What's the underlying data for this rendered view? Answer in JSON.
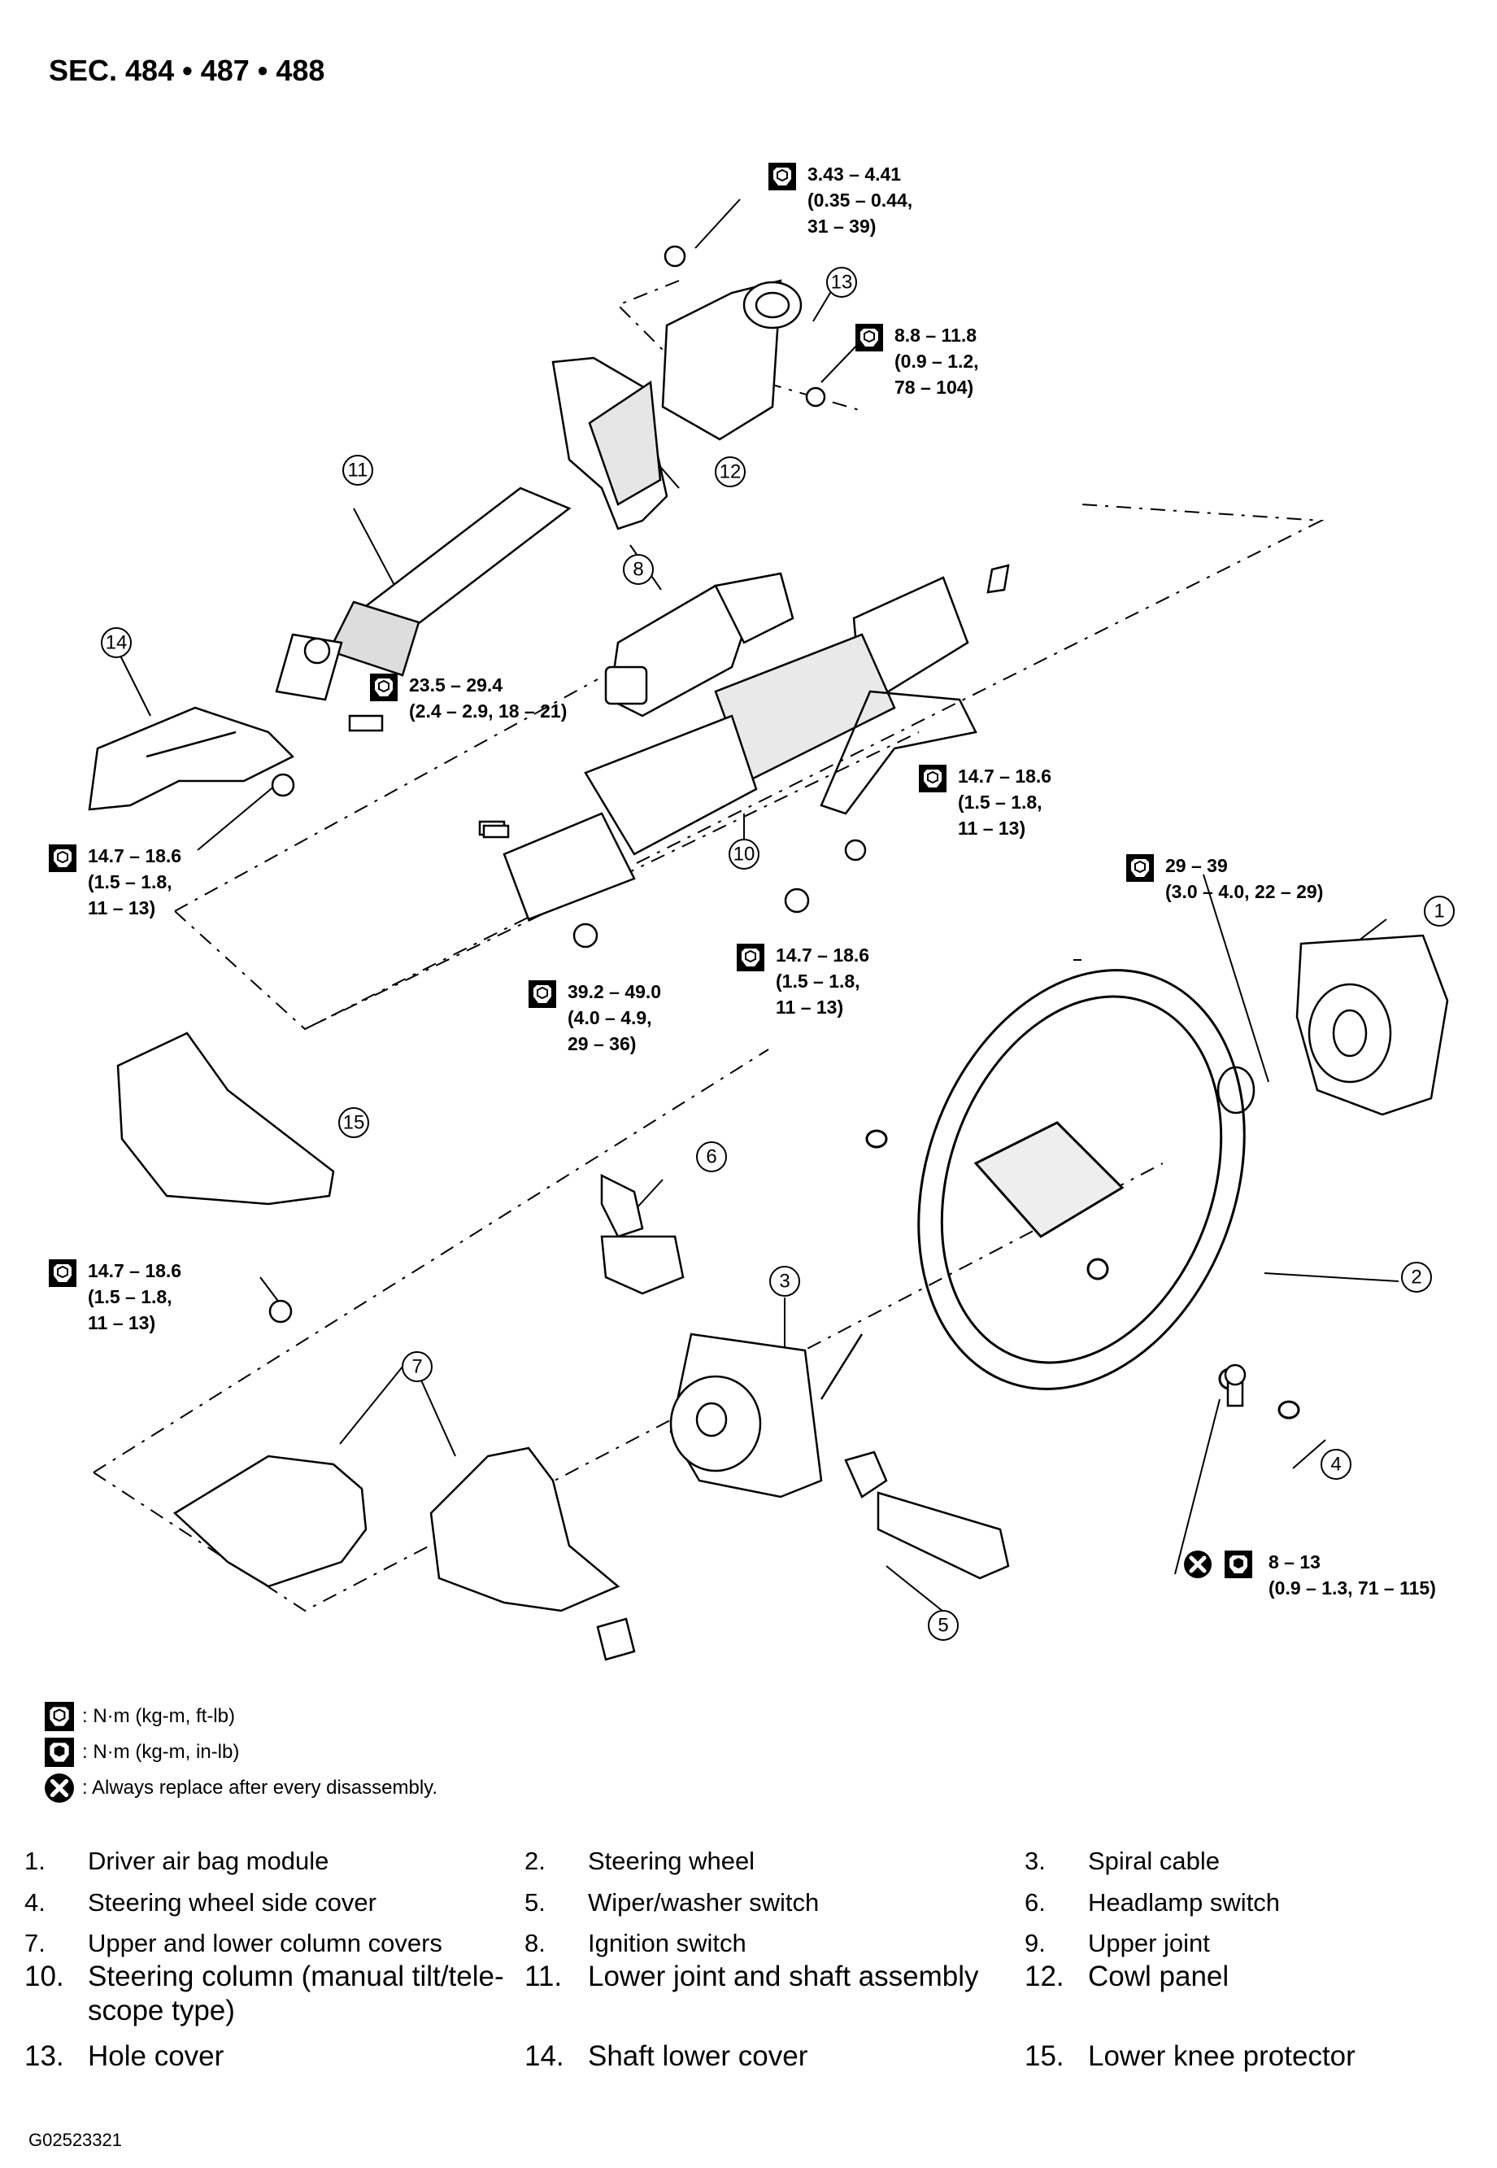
{
  "header": {
    "section": "SEC. 484 • 487 • 488"
  },
  "torque_specs": [
    {
      "id": "t13",
      "lines": [
        "3.43 – 4.41",
        "(0.35 – 0.44,",
        "31 – 39)"
      ]
    },
    {
      "id": "t13b",
      "lines": [
        "8.8 – 11.8",
        "(0.9 – 1.2,",
        "78 – 104)"
      ]
    },
    {
      "id": "t11",
      "lines": [
        "23.5 – 29.4",
        "(2.4 – 2.9, 18 – 21)"
      ]
    },
    {
      "id": "t14",
      "lines": [
        "14.7 – 18.6",
        "(1.5 – 1.8,",
        "11 – 13)"
      ]
    },
    {
      "id": "t10a",
      "lines": [
        "14.7 – 18.6",
        "(1.5 – 1.8,",
        "11 – 13)"
      ]
    },
    {
      "id": "t10b",
      "lines": [
        "14.7 – 18.6",
        "(1.5 – 1.8,",
        "11 – 13)"
      ]
    },
    {
      "id": "t9",
      "lines": [
        "39.2 – 49.0",
        "(4.0 – 4.9,",
        "29 – 36)"
      ]
    },
    {
      "id": "t1",
      "lines": [
        "29 – 39",
        "(3.0 – 4.0, 22 – 29)"
      ]
    },
    {
      "id": "t15",
      "lines": [
        "14.7 – 18.6",
        "(1.5 – 1.8,",
        "11 – 13)"
      ]
    },
    {
      "id": "t2",
      "lines": [
        "8 – 13",
        "(0.9 – 1.3, 71 – 115)"
      ]
    }
  ],
  "callouts": [
    "1",
    "2",
    "3",
    "4",
    "5",
    "6",
    "7",
    "8",
    "10",
    "11",
    "12",
    "13",
    "14",
    "15"
  ],
  "legend": [
    {
      "icon": "torque-ft-lb-icon",
      "text": ": N·m (kg-m, ft-lb)"
    },
    {
      "icon": "torque-in-lb-icon",
      "text": ": N·m (kg-m, in-lb)"
    },
    {
      "icon": "replace-x-icon",
      "text": ": Always replace after every disassembly."
    }
  ],
  "parts": [
    {
      "num": "1.",
      "name": "Driver air bag module"
    },
    {
      "num": "2.",
      "name": "Steering wheel"
    },
    {
      "num": "3.",
      "name": "Spiral cable"
    },
    {
      "num": "4.",
      "name": "Steering wheel side cover"
    },
    {
      "num": "5.",
      "name": "Wiper/washer switch"
    },
    {
      "num": "6.",
      "name": "Headlamp switch"
    },
    {
      "num": "7.",
      "name": "Upper and lower column covers"
    },
    {
      "num": "8.",
      "name": "Ignition switch"
    },
    {
      "num": "9.",
      "name": "Upper joint"
    },
    {
      "num": "10.",
      "name": "Steering column (manual tilt/tele-",
      "name2": "scope type)"
    },
    {
      "num": "11.",
      "name": "Lower joint and shaft assembly"
    },
    {
      "num": "12.",
      "name": "Cowl panel"
    },
    {
      "num": "13.",
      "name": "Hole cover"
    },
    {
      "num": "14.",
      "name": "Shaft lower cover"
    },
    {
      "num": "15.",
      "name": "Lower knee protector"
    }
  ],
  "figure_code": "G02523321"
}
